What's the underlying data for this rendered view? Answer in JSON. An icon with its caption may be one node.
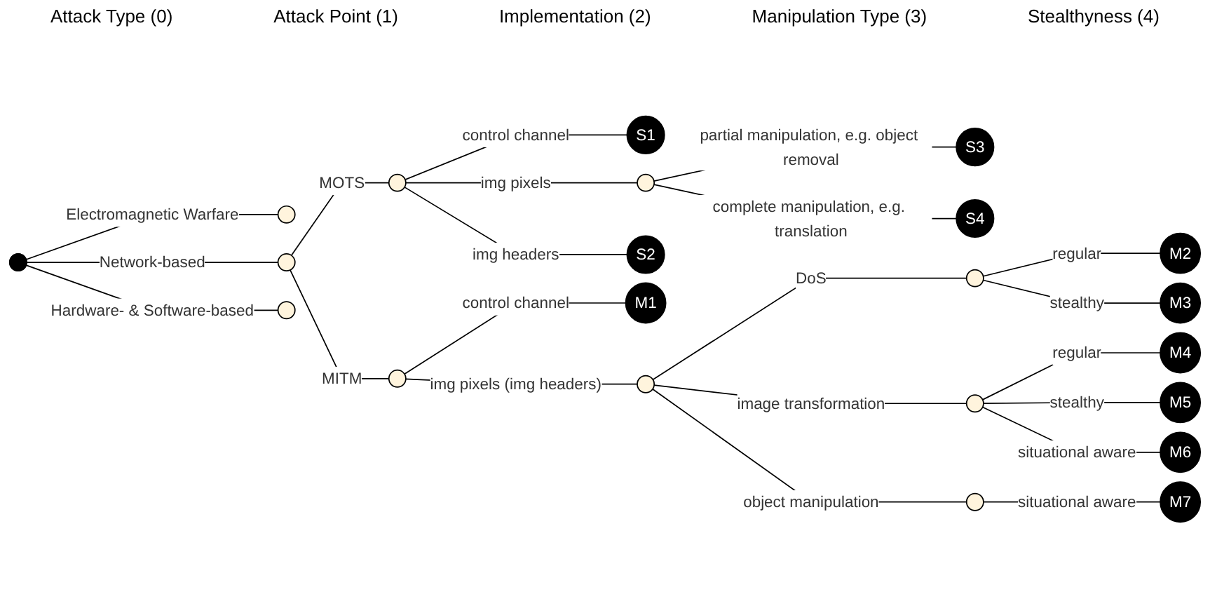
{
  "diagram": {
    "nodes": [
      {
        "text": [],
        "shape": "circle"
      },
      {
        "text": [],
        "shape": "circle"
      },
      {
        "text": [],
        "shape": "circle"
      },
      {
        "text": [],
        "shape": "circle"
      },
      {
        "text": [],
        "shape": "circle"
      },
      {
        "text": [],
        "shape": "circle"
      },
      {
        "text": [
          "S1"
        ]
      },
      {
        "text": [],
        "shape": "circle"
      },
      {
        "text": [
          "S2"
        ]
      },
      {
        "text": [
          "M1"
        ]
      },
      {
        "text": [],
        "shape": "circle"
      },
      {
        "text": [
          "S3"
        ]
      },
      {
        "text": [
          "S4"
        ]
      },
      {
        "text": [],
        "shape": "circle"
      },
      {
        "text": [
          "M2"
        ]
      },
      {
        "text": [
          "M3"
        ]
      },
      {
        "text": [],
        "shape": "circle"
      },
      {
        "text": [
          "M4"
        ]
      },
      {
        "text": [
          "M5"
        ]
      },
      {
        "text": [
          "M6"
        ]
      },
      {
        "text": [],
        "shape": "circle"
      },
      {
        "text": [
          "M7"
        ]
      }
    ],
    "edges": [
      {
        "from": 0,
        "to": 1,
        "arrow": "none",
        "label": "Electromagnetic Warfare"
      },
      {
        "from": 0,
        "to": 2,
        "arrow": "none",
        "label": "Network-based"
      },
      {
        "from": 0,
        "to": 3,
        "arrow": "none",
        "label": "Hardware- & Software-based"
      },
      {
        "from": 2,
        "to": 4,
        "arrow": "none",
        "label": "MOTS"
      },
      {
        "from": 2,
        "to": 5,
        "arrow": "none",
        "label": "MITM"
      },
      {
        "from": 4,
        "to": 6,
        "arrow": "none",
        "label": "control channel"
      },
      {
        "from": 4,
        "to": 7,
        "arrow": "none",
        "label": "img pixels"
      },
      {
        "from": 4,
        "to": 8,
        "arrow": "none",
        "label": "img headers"
      },
      {
        "from": 5,
        "to": 9,
        "arrow": "none",
        "label": "control channel"
      },
      {
        "from": 5,
        "to": 10,
        "arrow": "none",
        "label": "img pixels (img headers)"
      },
      {
        "from": 7,
        "to": 11,
        "arrow": "none",
        "label": "partial manipulation, e.g. object removal"
      },
      {
        "from": 7,
        "to": 12,
        "arrow": "none",
        "label": "complete manipulation, e.g. translation"
      },
      {
        "from": 10,
        "to": 13,
        "arrow": "none",
        "label": "DoS"
      },
      {
        "from": 10,
        "to": 16,
        "arrow": "none",
        "label": "image transformation"
      },
      {
        "from": 10,
        "to": 20,
        "arrow": "none",
        "label": "object manipulation"
      },
      {
        "from": 13,
        "to": 14,
        "arrow": "none",
        "label": "regular"
      },
      {
        "from": 13,
        "to": 15,
        "arrow": "none",
        "label": "stealthy"
      },
      {
        "from": 16,
        "to": 17,
        "arrow": "none",
        "label": "regular"
      },
      {
        "from": 16,
        "to": 18,
        "arrow": "none",
        "label": "stealthy"
      },
      {
        "from": 16,
        "to": 19,
        "arrow": "none",
        "label": "situational aware"
      },
      {
        "from": 20,
        "to": 21,
        "arrow": "none",
        "label": "situational aware"
      }
    ],
    "labels": [
      "Attack Type (0)",
      "Attack Point (1)",
      "Implementation (2)",
      "Manipulation Type (3)",
      "Stealthyness (4)"
    ]
  }
}
